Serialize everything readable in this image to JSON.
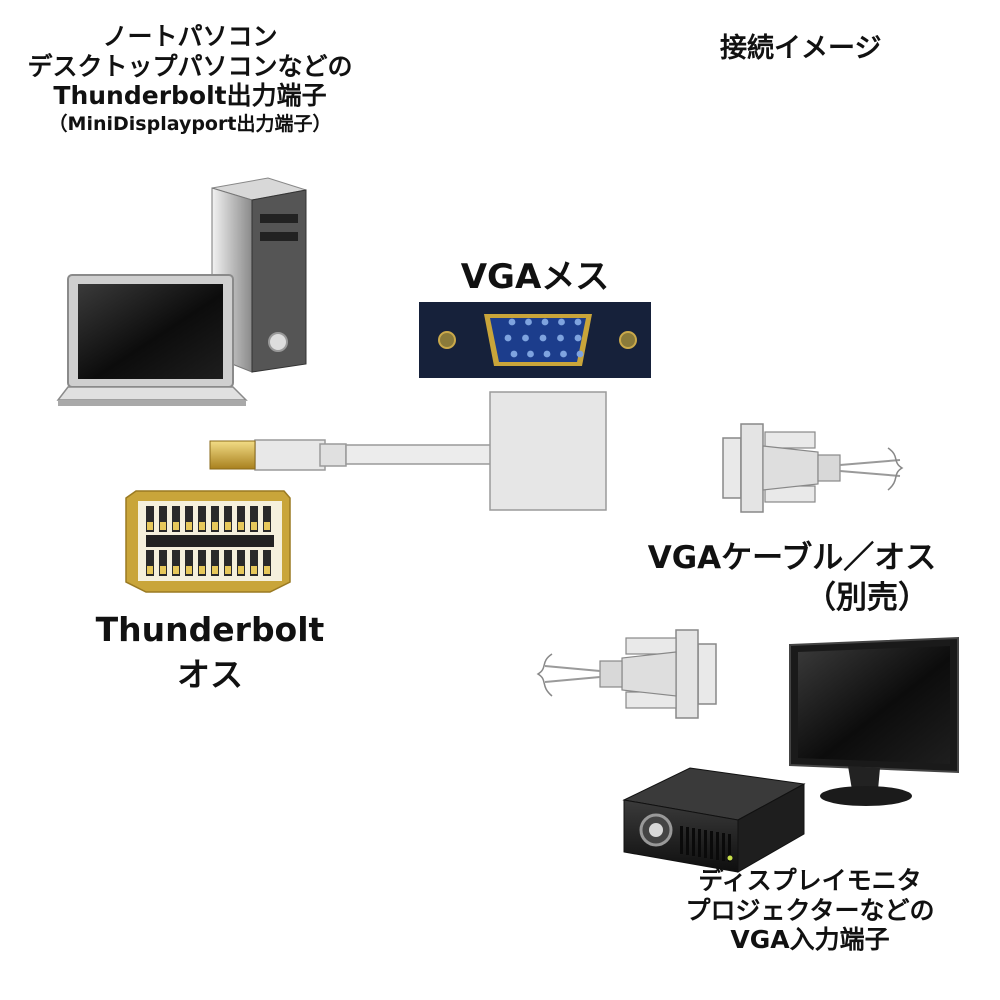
{
  "labels": {
    "source": {
      "line1": "ノートパソコン",
      "line2": "デスクトップパソコンなどの",
      "line3": "Thunderbolt出力端子",
      "line4": "（MiniDisplayport出力端子）"
    },
    "title": "接続イメージ",
    "vga_female": "VGAメス",
    "thunderbolt_male": {
      "line1": "Thunderbolt",
      "line2": "オス"
    },
    "vga_cable": {
      "line1": "VGAケーブル／オス",
      "line2": "（別売）"
    },
    "destination": {
      "line1": "ディスプレイモニタ",
      "line2": "プロジェクターなどの",
      "line3": "VGA入力端子"
    }
  },
  "icons": {
    "laptop": "laptop-icon",
    "desktop_tower": "desktop-tower-icon",
    "vga_port": "vga-port-icon",
    "adapter": "adapter-icon",
    "mini_dp_plug": "mini-displayport-plug-icon",
    "vga_plug": "vga-plug-icon",
    "monitor": "monitor-icon",
    "projector": "projector-icon"
  },
  "colors": {
    "text": "#111111",
    "adapter_gray": "#e6e6e6",
    "vga_panel": "#16213a",
    "vga_connector": "#1c3d8c",
    "gold": "#c9a53a"
  }
}
